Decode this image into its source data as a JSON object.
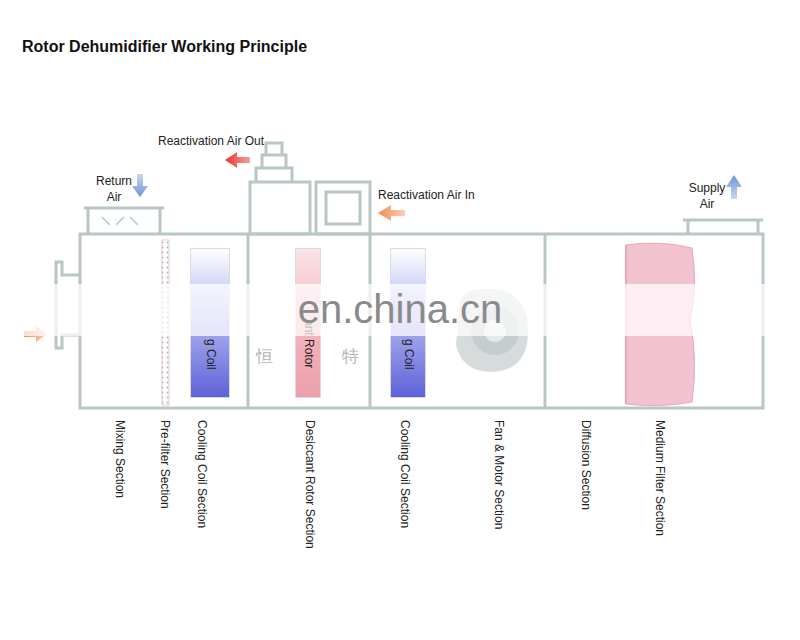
{
  "diagram": {
    "title": "Rotor Dehumidifier Working Principle",
    "nodes": [
      {
        "text": [
          "g Coil"
        ]
      },
      {
        "text": [
          "ant Rotor"
        ]
      },
      {
        "text": [
          "g Coil"
        ]
      }
    ],
    "labels": [
      "Reactivation Air Out",
      "Return Air",
      "Reactivation Air In",
      "Supply Air",
      "Mixing Section",
      "Pre-filter Section",
      "Cooling Coil Section",
      "Desiccant Rotor Section",
      "Cooling Coil Section",
      "Fan & Motor Section",
      "Diffusion Section",
      "Medium Filter Section",
      "en.china.cn",
      "恒",
      "特"
    ]
  }
}
